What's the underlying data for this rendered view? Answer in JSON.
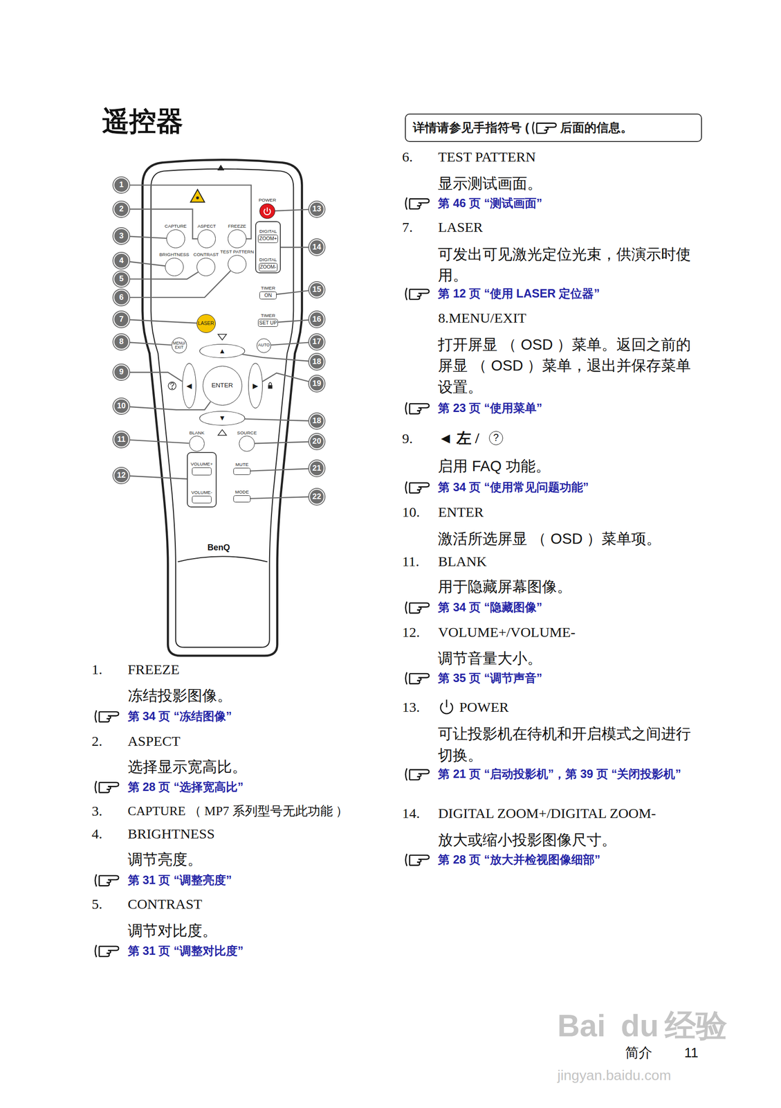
{
  "diagram": {
    "title": "遥控器",
    "nodes": [
      {
        "text": [
          "详情请参见手指符号 (",
          "后面的信息。"
        ]
      },
      {
        "text": [
          "CAPTURE"
        ]
      },
      {
        "text": [
          "ASPECT"
        ]
      },
      {
        "text": [
          "FREEZE"
        ]
      },
      {
        "text": [
          "BRIGHTNESS"
        ]
      },
      {
        "text": [
          "CONTRAST"
        ]
      },
      {
        "text": [
          "TEST PATTERN"
        ]
      },
      {
        "text": [
          "POWER"
        ]
      },
      {
        "text": []
      },
      {
        "text": [
          "DIGITAL",
          "ZOOM+"
        ],
        "in": 8
      },
      {
        "text": [
          "DIGITAL",
          "ZOOM-"
        ],
        "in": 8
      },
      {
        "text": [
          "TIMER",
          "ON"
        ]
      },
      {
        "text": [
          "TIMER",
          "SET UP"
        ]
      },
      {
        "text": [
          "LASER"
        ]
      },
      {
        "text": [
          "MENU/ EXIT"
        ]
      },
      {
        "text": [
          "AUTO"
        ]
      },
      {
        "text": [
          "▲"
        ]
      },
      {
        "text": [
          "◀"
        ]
      },
      {
        "text": [
          "ENTER"
        ]
      },
      {
        "text": [
          "▶"
        ]
      },
      {
        "text": [
          "▼"
        ]
      },
      {
        "text": [
          "BLANK"
        ]
      },
      {
        "text": [
          "SOURCE"
        ]
      },
      {
        "text": []
      },
      {
        "text": [
          "VOLUME+"
        ],
        "in": 23
      },
      {
        "text": [
          "VOLUME-"
        ],
        "in": 23
      },
      {
        "text": [
          "MUTE"
        ]
      },
      {
        "text": [
          "MODE"
        ]
      },
      {
        "text": [
          "1"
        ]
      },
      {
        "text": [
          "2"
        ]
      },
      {
        "text": [
          "3"
        ]
      },
      {
        "text": [
          "4"
        ]
      },
      {
        "text": [
          "5"
        ]
      },
      {
        "text": [
          "6"
        ]
      },
      {
        "text": [
          "7"
        ]
      },
      {
        "text": [
          "8"
        ]
      },
      {
        "text": [
          "9"
        ]
      },
      {
        "text": [
          "10"
        ]
      },
      {
        "text": [
          "11"
        ]
      },
      {
        "text": [
          "12"
        ]
      },
      {
        "text": [
          "13"
        ]
      },
      {
        "text": [
          "14"
        ]
      },
      {
        "text": [
          "15"
        ]
      },
      {
        "text": [
          "16"
        ]
      },
      {
        "text": [
          "17"
        ]
      },
      {
        "text": [
          "18"
        ]
      },
      {
        "text": [
          "19"
        ]
      },
      {
        "text": [
          "18"
        ]
      },
      {
        "text": [
          "20"
        ]
      },
      {
        "text": [
          "21"
        ]
      },
      {
        "text": [
          "22"
        ]
      }
    ],
    "edges": [
      {
        "from": 28,
        "to": 3,
        "arrow": "none"
      },
      {
        "from": 29,
        "to": 2,
        "arrow": "none"
      },
      {
        "from": 30,
        "to": 1,
        "arrow": "none"
      },
      {
        "from": 31,
        "to": 4,
        "arrow": "none"
      },
      {
        "from": 32,
        "to": 5,
        "arrow": "none"
      },
      {
        "from": 33,
        "to": 6,
        "arrow": "none"
      },
      {
        "from": 34,
        "to": 13,
        "arrow": "none"
      },
      {
        "from": 35,
        "to": 14,
        "arrow": "none"
      },
      {
        "from": 36,
        "to": 17,
        "arrow": "none"
      },
      {
        "from": 37,
        "to": 18,
        "arrow": "none"
      },
      {
        "from": 38,
        "to": 21,
        "arrow": "none"
      },
      {
        "from": 39,
        "to": 23,
        "arrow": "none"
      },
      {
        "from": 40,
        "to": 7,
        "arrow": "none"
      },
      {
        "from": 41,
        "to": 8,
        "arrow": "none"
      },
      {
        "from": 42,
        "to": 11,
        "arrow": "none"
      },
      {
        "from": 43,
        "to": 12,
        "arrow": "none"
      },
      {
        "from": 44,
        "to": 15,
        "arrow": "none"
      },
      {
        "from": 45,
        "to": 16,
        "arrow": "none"
      },
      {
        "from": 46,
        "to": 19,
        "arrow": "none"
      },
      {
        "from": 47,
        "to": 20,
        "arrow": "none"
      },
      {
        "from": 48,
        "to": 22,
        "arrow": "none"
      },
      {
        "from": 49,
        "to": 26,
        "arrow": "none"
      },
      {
        "from": 50,
        "to": 27,
        "arrow": "none"
      }
    ],
    "labels": [
      "1.",
      "FREEZE",
      "冻结投影图像。",
      "第 34 页 “冻结图像”",
      "2.",
      "ASPECT",
      "选择显示宽高比。",
      "第 28 页 “选择宽高比”",
      "3.",
      "CAPTURE （ MP7 系列型号无此功能 ）",
      "4.",
      "BRIGHTNESS",
      "调节亮度。",
      "第 31 页 “调整亮度”",
      "5.",
      "CONTRAST",
      "调节对比度。",
      "第 31 页 “调整对比度”",
      "6.",
      "TEST PATTERN",
      "显示测试画面。",
      "第 46 页 “测试画面”",
      "7.",
      "LASER",
      "可发出可见激光定位光束，供演示时使用。",
      "第 12 页 “使用 LASER 定位器”",
      "8.MENU/EXIT",
      "打开屏显 （ OSD ）菜单。返回之前的屏显 （ OSD ）菜单，退出并保存菜单设置。",
      "第 23 页 “使用菜单”",
      "9.",
      "◄ 左 /",
      "?",
      "启用 FAQ 功能。",
      "第 34 页 “使用常见问题功能”",
      "10.",
      "ENTER",
      "激活所选屏显 （ OSD ）菜单项。",
      "11.",
      "BLANK",
      "用于隐藏屏幕图像。",
      "第 34 页 “隐藏图像”",
      "12.",
      "VOLUME+/VOLUME-",
      "调节音量大小。",
      "第 35 页 “调节声音”",
      "13.",
      "POWER",
      "可让投影机在待机和开启模式之间进行切换。",
      "第 21 页 “启动投影机”，第 39 页 “关闭投影机”",
      "14.",
      "DIGITAL ZOOM+/DIGITAL ZOOM-",
      "放大或缩小投影图像尺寸。",
      "第 28 页 “放大并检视图像细部”",
      "BenQ",
      "简介",
      "11",
      "Bai",
      "du",
      "经验",
      "jingyan.baidu.com"
    ]
  }
}
